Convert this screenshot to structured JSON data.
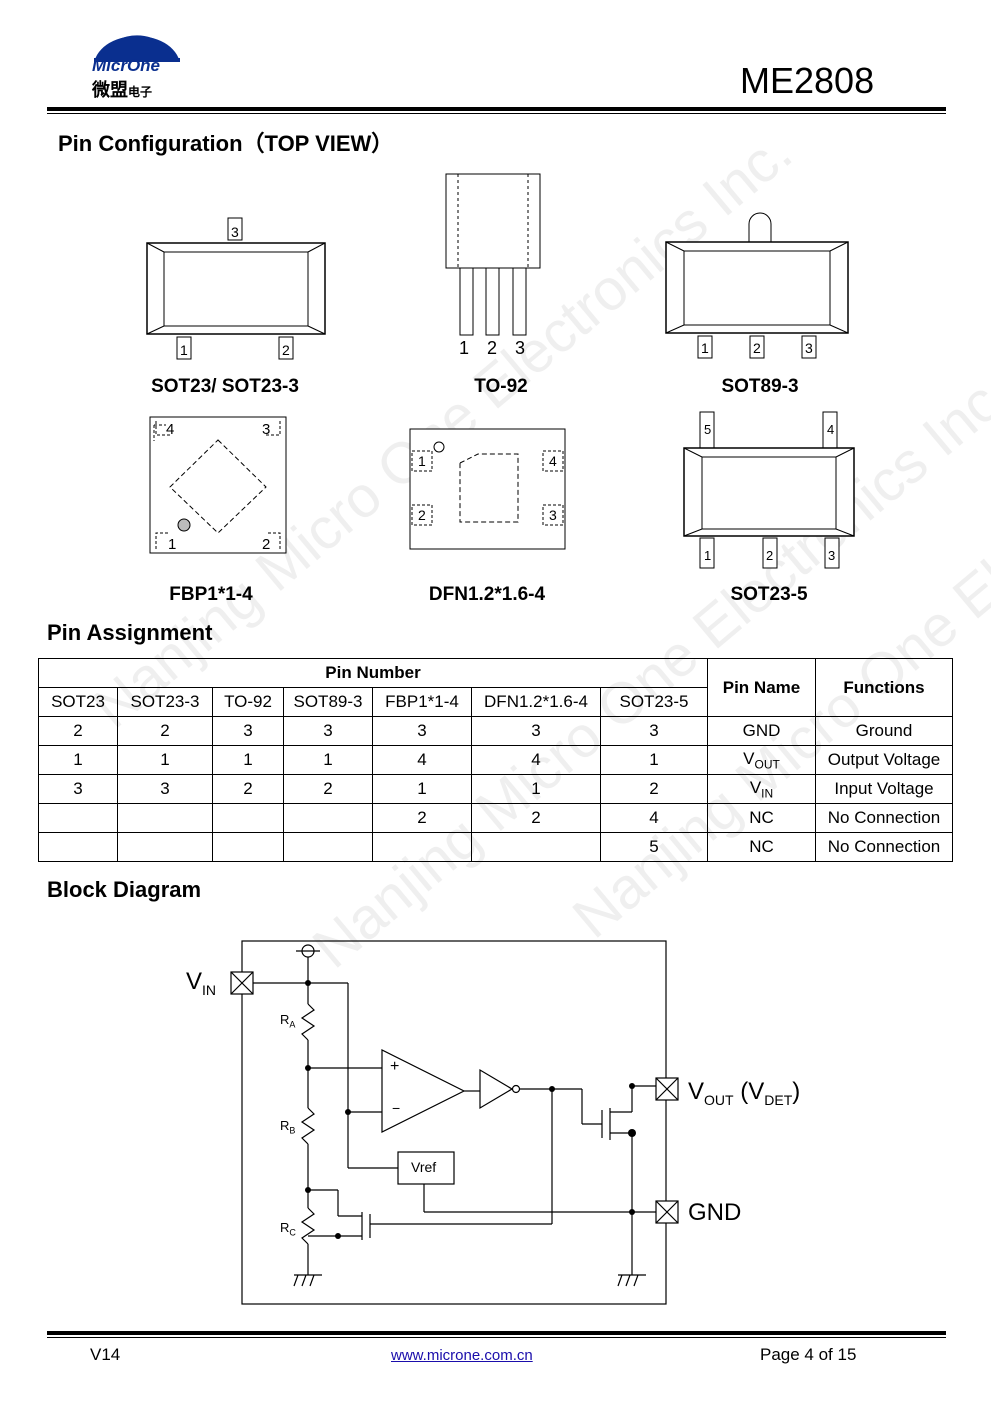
{
  "header": {
    "logo_en": "MicrOne",
    "logo_cn": "微盟",
    "logo_cn_small": "电子",
    "part_number": "ME2808"
  },
  "sections": {
    "pin_config": "Pin Configuration（TOP VIEW）",
    "pin_assignment": "Pin Assignment",
    "block_diagram": "Block Diagram"
  },
  "packages": {
    "sot23": {
      "label": "SOT23/ SOT23-3",
      "pins": [
        "3",
        "1",
        "2"
      ]
    },
    "to92": {
      "label": "TO-92",
      "pins": [
        "1",
        "2",
        "3"
      ]
    },
    "sot89": {
      "label": "SOT89-3",
      "pins": [
        "1",
        "2",
        "3"
      ]
    },
    "fbp": {
      "label": "FBP1*1-4",
      "pins": [
        "4",
        "3",
        "1",
        "2"
      ]
    },
    "dfn": {
      "label": "DFN1.2*1.6-4",
      "pins": [
        "1",
        "4",
        "2",
        "3"
      ]
    },
    "sot235": {
      "label": "SOT23-5",
      "pins": [
        "5",
        "4",
        "1",
        "2",
        "3"
      ]
    }
  },
  "table": {
    "group_header": "Pin Number",
    "pin_name_header": "Pin Name",
    "functions_header": "Functions",
    "columns": [
      "SOT23",
      "SOT23-3",
      "TO-92",
      "SOT89-3",
      "FBP1*1-4",
      "DFN1.2*1.6-4",
      "SOT23-5"
    ],
    "rows": [
      {
        "cells": [
          "2",
          "2",
          "3",
          "3",
          "3",
          "3",
          "3"
        ],
        "name": "GND",
        "name_sub": "",
        "function": "Ground"
      },
      {
        "cells": [
          "1",
          "1",
          "1",
          "1",
          "4",
          "4",
          "1"
        ],
        "name": "V",
        "name_sub": "OUT",
        "function": "Output Voltage"
      },
      {
        "cells": [
          "3",
          "3",
          "2",
          "2",
          "1",
          "1",
          "2"
        ],
        "name": "V",
        "name_sub": "IN",
        "function": "Input Voltage"
      },
      {
        "cells": [
          "",
          "",
          "",
          "",
          "2",
          "2",
          "4"
        ],
        "name": "NC",
        "name_sub": "",
        "function": "No Connection"
      },
      {
        "cells": [
          "",
          "",
          "",
          "",
          "",
          "",
          "5"
        ],
        "name": "NC",
        "name_sub": "",
        "function": "No Connection"
      }
    ]
  },
  "diagram": {
    "vin": "V",
    "vin_sub": "IN",
    "vout": "V",
    "vout_sub": "OUT",
    "vdet_open": "(V",
    "vdet_sub": "DET",
    "vdet_close": ")",
    "gnd": "GND",
    "vref": "Vref",
    "ra": "R",
    "ra_sub": "A",
    "rb": "R",
    "rb_sub": "B",
    "rc": "R",
    "rc_sub": "C",
    "plus": "+",
    "minus": "−"
  },
  "footer": {
    "version": "V14",
    "url": "www.microne.com.cn",
    "page": "Page 4 of 15"
  },
  "watermark": "Nanjing Micro One Electronics Inc."
}
